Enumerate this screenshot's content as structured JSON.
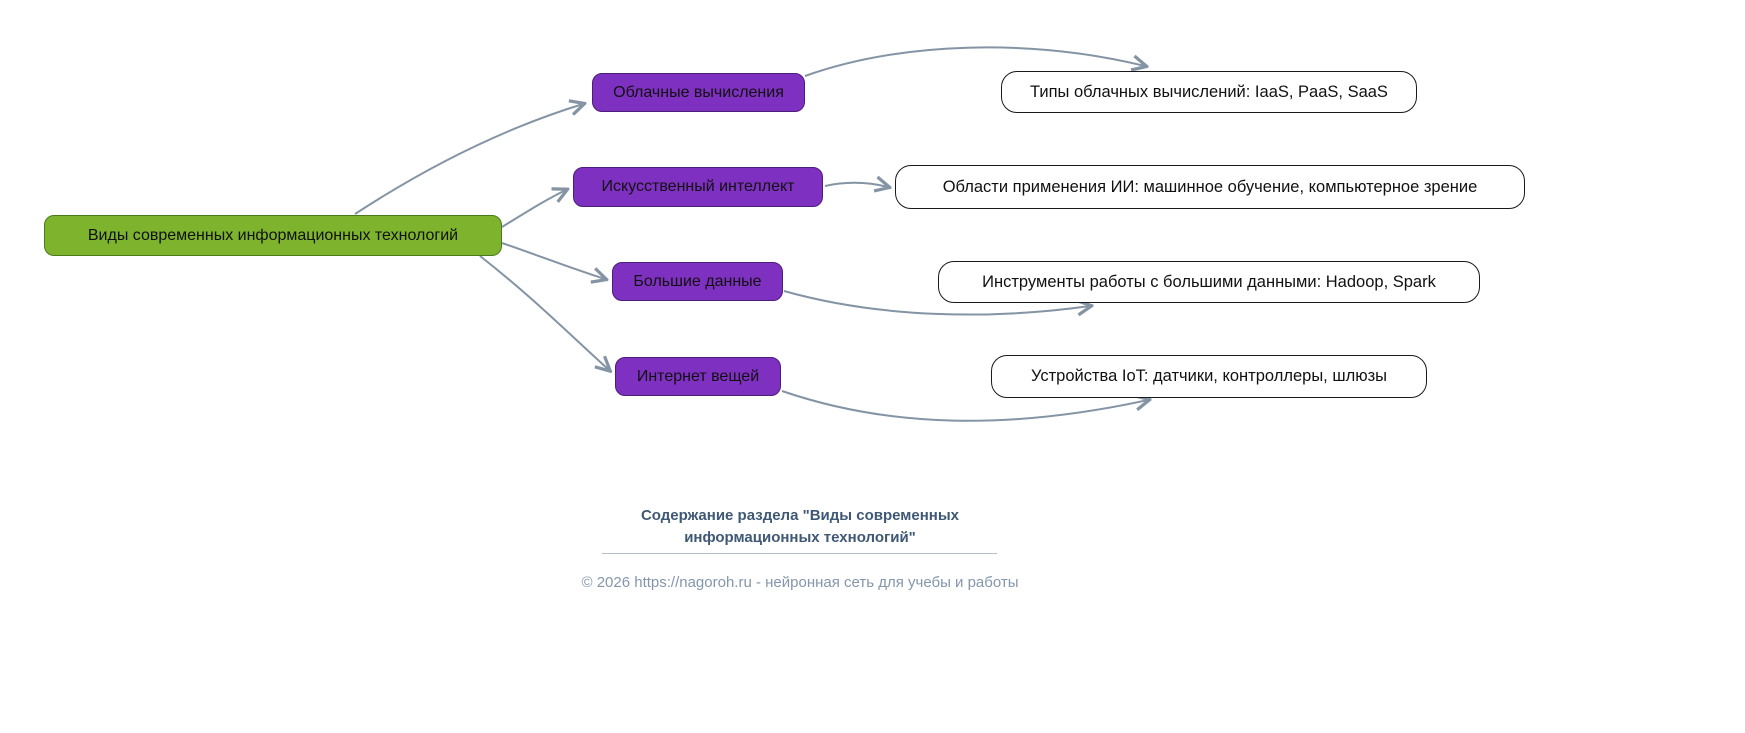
{
  "diagram": {
    "root": {
      "label": "Виды современных информационных технологий"
    },
    "branches": [
      {
        "label": "Облачные вычисления",
        "leaf": "Типы облачных вычислений: IaaS, PaaS, SaaS"
      },
      {
        "label": "Искусственный интеллект",
        "leaf": "Области применения ИИ: машинное обучение, компьютерное зрение"
      },
      {
        "label": "Большие данные",
        "leaf": "Инструменты работы с большими данными: Hadoop, Spark"
      },
      {
        "label": "Интернет вещей",
        "leaf": "Устройства IoT: датчики, контроллеры, шлюзы"
      }
    ],
    "colors": {
      "root_fill": "#7db32d",
      "root_border": "#4c7a1a",
      "branch_fill": "#7e30c0",
      "branch_border": "#4d1d7a",
      "leaf_fill": "#ffffff",
      "leaf_border": "#1a1a1a",
      "arrow_color": "#8494a4",
      "footer_title_color": "#3e5875",
      "footer_text_color": "#8496ad"
    }
  },
  "footer": {
    "title_line1": "Содержание раздела \"Виды современных",
    "title_line2": "информационных технологий\"",
    "copyright": "© 2026 https://nagoroh.ru - нейронная сеть для учебы и работы"
  }
}
